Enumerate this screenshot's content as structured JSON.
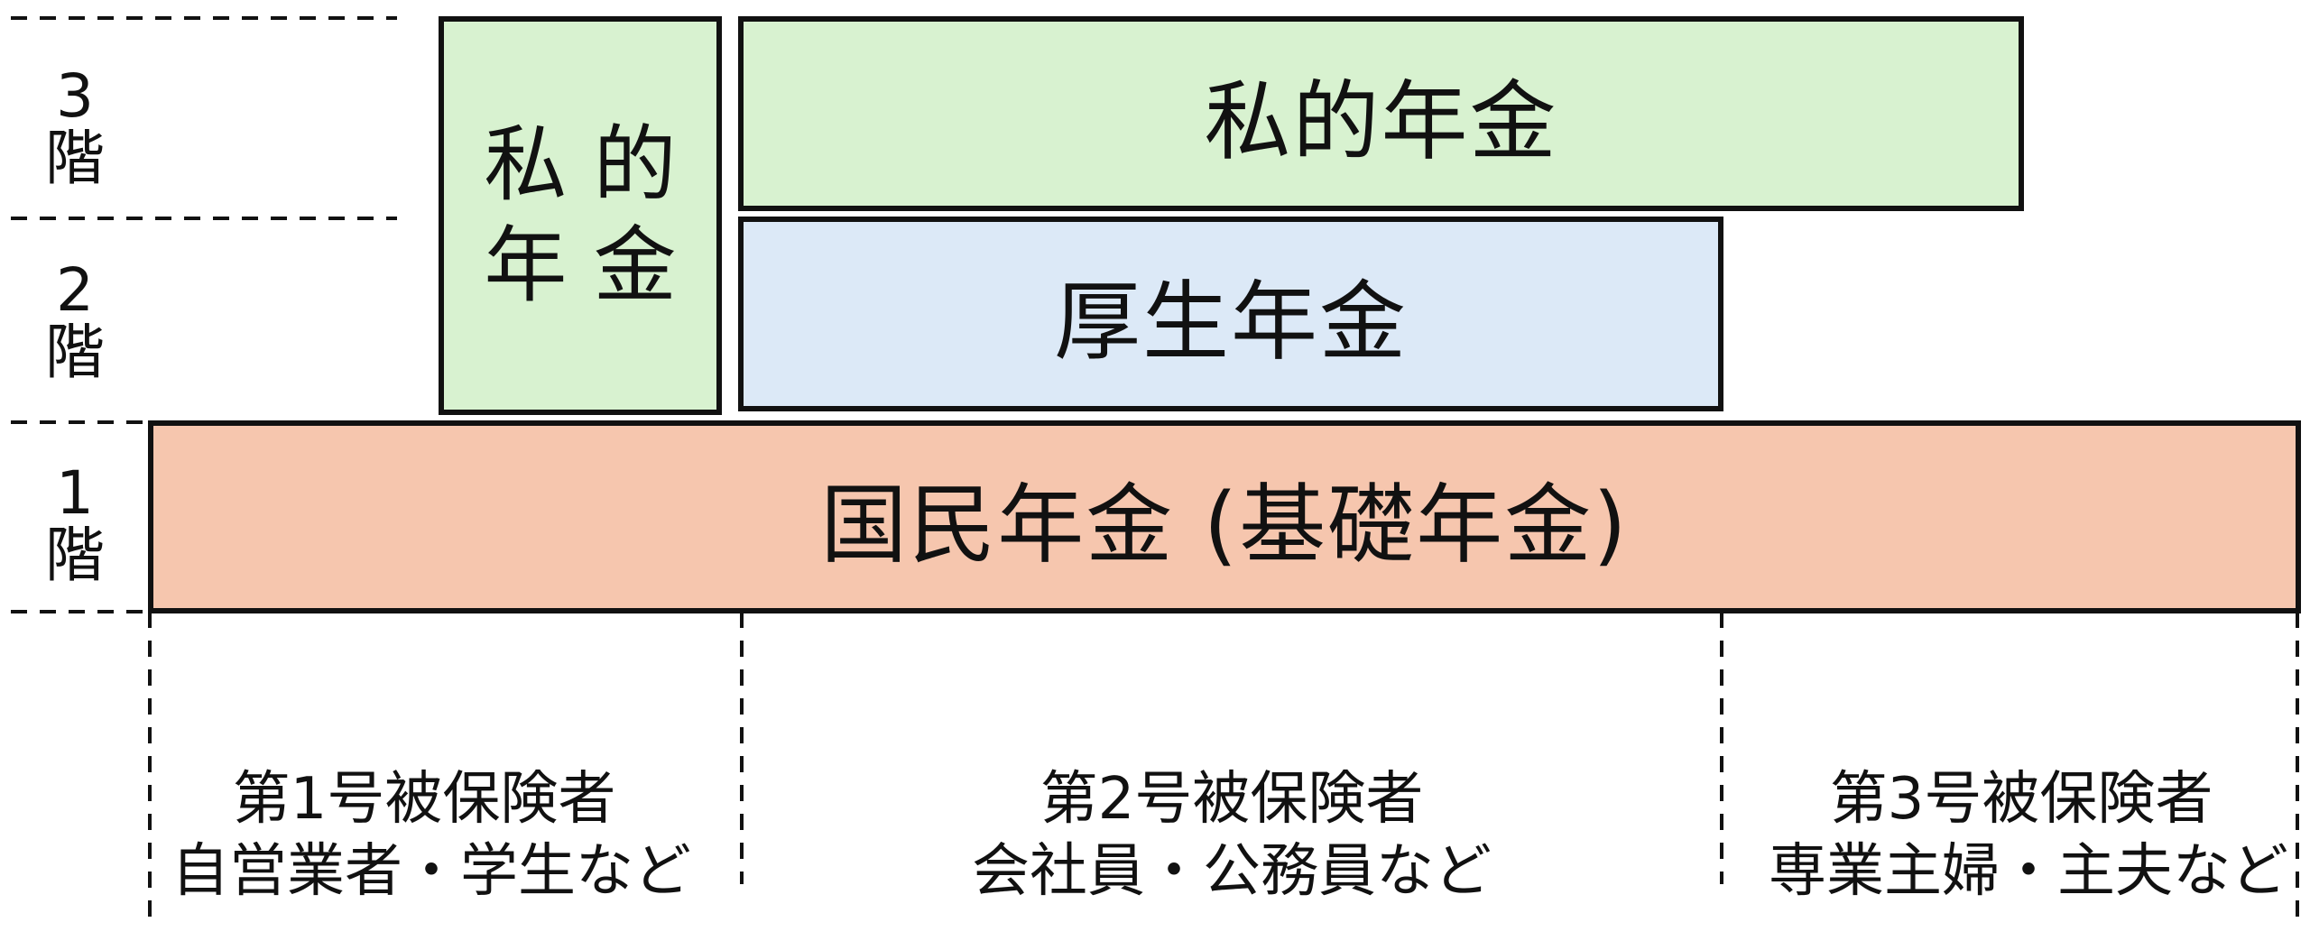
{
  "colors": {
    "private_pension": "#d8f2d0",
    "employee_pension": "#dce9f7",
    "national_pension": "#f6c6ae",
    "border": "#111111"
  },
  "floors": [
    {
      "label": "3\n階"
    },
    {
      "label": "2\n階"
    },
    {
      "label": "1\n階"
    }
  ],
  "boxes": {
    "private_pension_vertical": "私\n的\n年\n金",
    "private_pension_top": "私的年金",
    "employee_pension": "厚生年金",
    "national_pension": "国民年金 (基礎年金)"
  },
  "groups": [
    {
      "title": "第1号被保険者",
      "subtitle": "自営業者・学生など"
    },
    {
      "title": "第2号被保険者",
      "subtitle": "会社員・公務員など"
    },
    {
      "title": "第3号被保険者",
      "subtitle": "専業主婦・主夫など"
    }
  ]
}
